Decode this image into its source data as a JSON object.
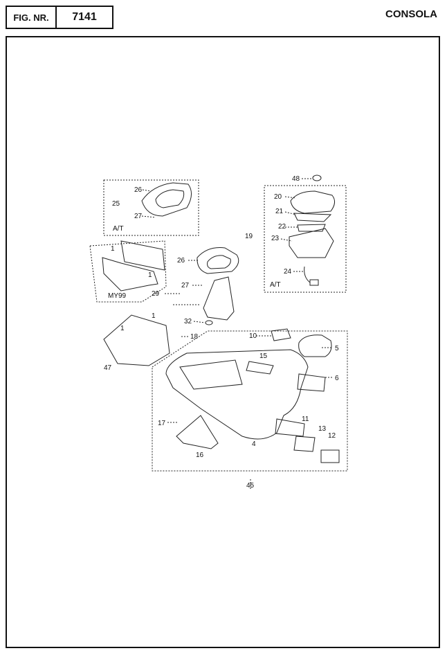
{
  "header": {
    "fig_label": "FIG. NR.",
    "fig_number": "7141",
    "title": "CONSOLA"
  },
  "callouts": [
    "48",
    "26",
    "25",
    "27",
    "A/T",
    "20",
    "21",
    "22",
    "19",
    "23",
    "24",
    "A/T",
    "1",
    "1",
    "MY99",
    "26",
    "27",
    "29",
    "32",
    "1",
    "18",
    "1",
    "47",
    "10",
    "5",
    "15",
    "6",
    "11",
    "17",
    "13",
    "12",
    "4",
    "16",
    "45"
  ]
}
